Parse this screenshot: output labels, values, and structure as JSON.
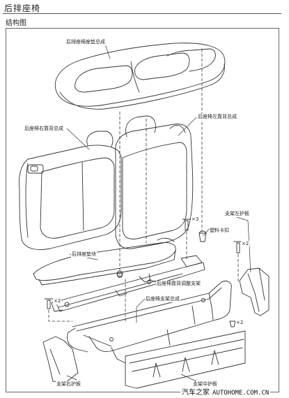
{
  "header": {
    "title": "后排座椅",
    "section": "结构图"
  },
  "labels": {
    "cushion": "后排座椅座垫总成",
    "left_back": "后座椅左靠背总成",
    "right_back": "后座椅右靠背总成",
    "left_guard": "支架左护板",
    "clip": "塑料卡扣",
    "cushion_block": "后排座垫块",
    "adjust_bracket": "后座椅靠背调整支架",
    "cushion_frame": "后座椅支架总成",
    "right_guard": "支架右护板",
    "lower_guard": "支架中护板"
  },
  "counts": {
    "x3": "×3",
    "x2a": "×2",
    "x2b": "×2",
    "x2c": "×2"
  },
  "watermark": {
    "cn": "汽车之家",
    "en": "AUTOHOME.COM.CN"
  }
}
